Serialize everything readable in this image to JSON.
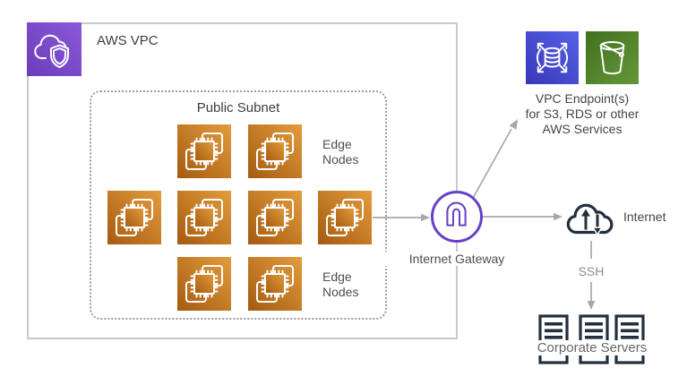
{
  "diagram": {
    "vpc_label": "AWS VPC",
    "subnet_label": "Public Subnet",
    "edge_nodes_label": "Edge Nodes",
    "edge_node_count": 8,
    "gateway_label": "Internet Gateway",
    "endpoint_lines": [
      "VPC Endpoint(s)",
      "for S3, RDS or other",
      "AWS Services"
    ],
    "internet_label": "Internet",
    "ssh_label": "SSH",
    "corporate_label": "Corporate Servers",
    "server_count": 3,
    "icons": {
      "vpc": "cloud-with-shield-icon",
      "edge_node": "ec2-instances-chip-icon",
      "gateway": "internet-gateway-arch-icon",
      "rds": "rds-database-scale-icon",
      "s3": "s3-bucket-icon",
      "internet": "cloud-up-down-arrows-icon",
      "server": "rack-server-icon"
    },
    "colors": {
      "vpc_purple_dark": "#6C3DBC",
      "vpc_purple_light": "#8A58D8",
      "gateway_purple": "#6741C6",
      "node_orange_dark": "#A55B10",
      "node_orange_light": "#E39C3D",
      "rds_blue_dark": "#3937B8",
      "rds_blue_light": "#5562E6",
      "s3_green_dark": "#42701F",
      "s3_green_light": "#649738",
      "navy": "#232F3E",
      "line_gray": "#A8A8A8",
      "box_border_gray": "#C9C9C9"
    }
  }
}
